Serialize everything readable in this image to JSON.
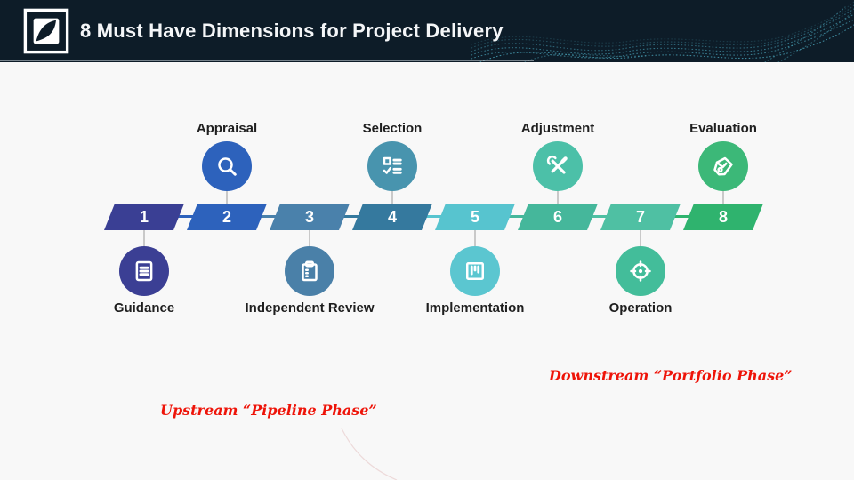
{
  "header": {
    "title": "8 Must Have Dimensions for Project Delivery",
    "bg_color": "#0d1c28",
    "wave_color": "#4aa3b8"
  },
  "timeline": {
    "steps": [
      {
        "num": "1",
        "label": "Guidance",
        "side": "below",
        "bar_color": "#3a3f94",
        "circle_color": "#3b3f94",
        "icon": "document-icon"
      },
      {
        "num": "2",
        "label": "Appraisal",
        "side": "above",
        "bar_color": "#2d62bc",
        "circle_color": "#2d62bc",
        "icon": "magnifier-icon"
      },
      {
        "num": "3",
        "label": "Independent Review",
        "side": "below",
        "bar_color": "#4a81ab",
        "circle_color": "#4a80a8",
        "icon": "clipboard-icon"
      },
      {
        "num": "4",
        "label": "Selection",
        "side": "above",
        "bar_color": "#35799e",
        "circle_color": "#4894ae",
        "icon": "checklist-icon"
      },
      {
        "num": "5",
        "label": "Implementation",
        "side": "below",
        "bar_color": "#57c4cf",
        "circle_color": "#5bc6d0",
        "icon": "kanban-icon"
      },
      {
        "num": "6",
        "label": "Adjustment",
        "side": "above",
        "bar_color": "#45b79b",
        "circle_color": "#4cc0a8",
        "icon": "tools-icon"
      },
      {
        "num": "7",
        "label": "Operation",
        "side": "below",
        "bar_color": "#4fc0a3",
        "circle_color": "#43bd9a",
        "icon": "target-icon"
      },
      {
        "num": "8",
        "label": "Evaluation",
        "side": "above",
        "bar_color": "#2fb36e",
        "circle_color": "#3cb878",
        "icon": "handshake-icon"
      }
    ],
    "connector_color": "#c9c9c9"
  },
  "annotations": {
    "upstream": "Upstream “Pipeline Phase”",
    "downstream": "Downstream “Portfolio Phase”",
    "color": "#ee1409"
  }
}
